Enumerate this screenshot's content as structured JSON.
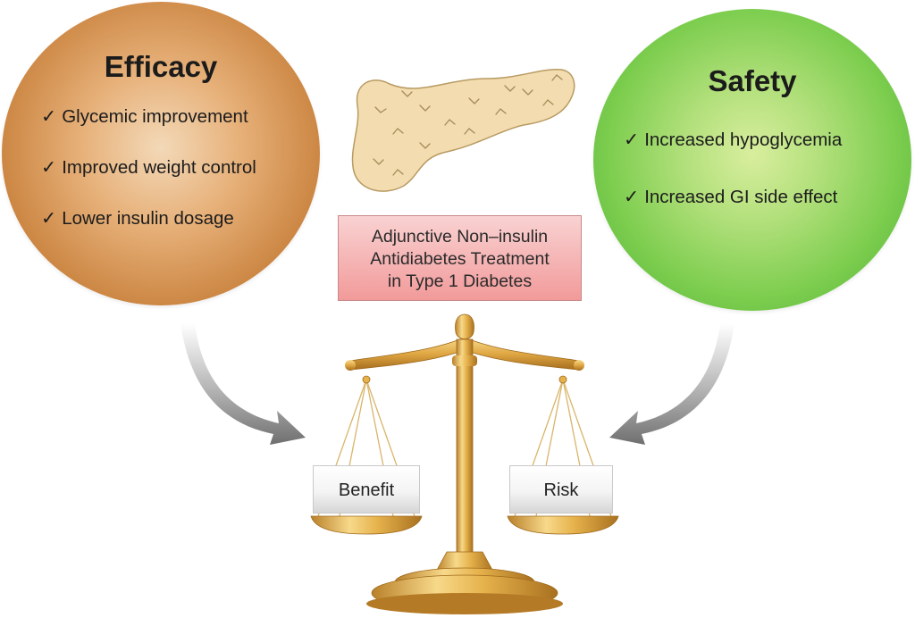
{
  "efficacy": {
    "title": "Efficacy",
    "items": [
      "Glycemic improvement",
      "Improved weight control",
      "Lower insulin dosage"
    ]
  },
  "safety": {
    "title": "Safety",
    "items": [
      "Increased hypoglycemia",
      "Increased GI side effect"
    ]
  },
  "treatment": {
    "lines": [
      "Adjunctive Non–insulin",
      "Antidiabetes Treatment",
      "in Type 1 Diabetes"
    ]
  },
  "scale": {
    "left_label": "Benefit",
    "right_label": "Risk"
  },
  "check_glyph": "✓",
  "icons": [
    "pancreas-icon",
    "balance-scale-icon",
    "curved-arrow-icon"
  ],
  "colors": {
    "efficacy": "#c98540",
    "safety": "#5dbd3c",
    "treatment_box": "#f4a7a7",
    "scale_gold": "#e3b24a",
    "arrow": "#7a7a7a",
    "pancreas": "#f2dcaa"
  }
}
